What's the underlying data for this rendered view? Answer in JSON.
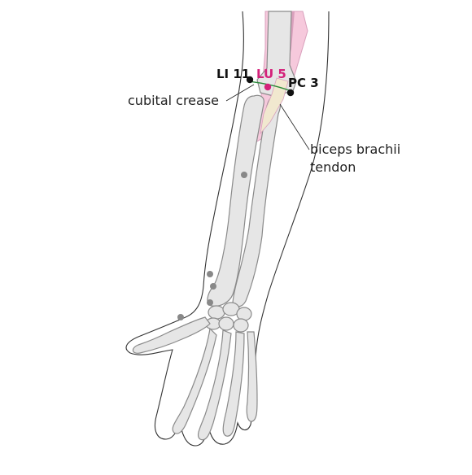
{
  "points": [
    {
      "code": "LI 11",
      "color": "#111111"
    },
    {
      "code": "LU 5",
      "color": "#d4217a"
    },
    {
      "code": "PC 3",
      "color": "#111111"
    }
  ],
  "annotations": {
    "cubital_crease": "cubital crease",
    "biceps_line1": "biceps brachii",
    "biceps_line2": "tendon"
  },
  "colors": {
    "bone_fill": "#e6e6e6",
    "bone_stroke": "#8a8a8a",
    "outline": "#333333",
    "meridian_fill": "#f6c9dc",
    "meridian_dark": "#d9a0bc",
    "tendon_fill": "#f1e8cf",
    "crease": "#2a8a3a",
    "landmark_dot": "#888888"
  }
}
